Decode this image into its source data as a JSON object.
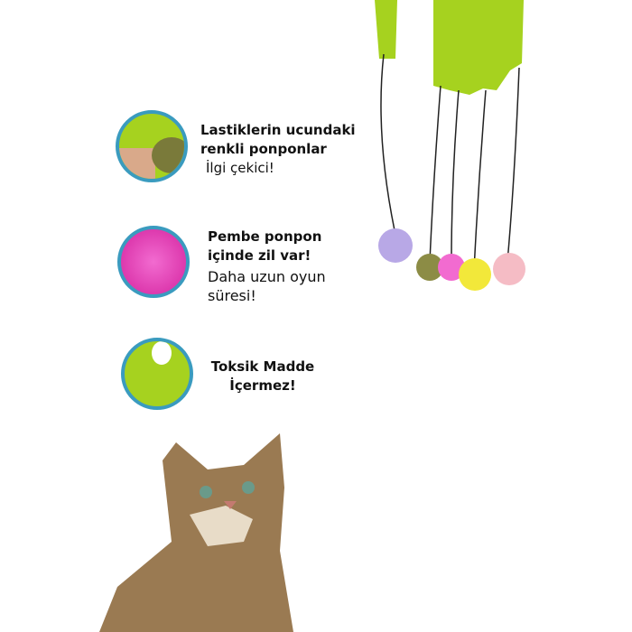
{
  "features": [
    {
      "title_lines": [
        "Lastiklerin ucundaki",
        "renkli ponponlar"
      ],
      "subtitle_lines": [
        "İlgi çekici!"
      ],
      "icon": "green-pompom-photo"
    },
    {
      "title_lines": [
        "Pembe ponpon",
        "içinde zil var!"
      ],
      "subtitle_lines": [
        "Daha uzun oyun",
        "süresi!"
      ],
      "icon": "pink-pompom-photo"
    },
    {
      "title_lines": [
        "Toksik Madde",
        "İçermez!"
      ],
      "subtitle_lines": [],
      "icon": "green-fabric-photo"
    }
  ],
  "colors": {
    "ring": "#3a9bbf",
    "fabric": "#a6d21f",
    "pink": "#e23ab5"
  }
}
